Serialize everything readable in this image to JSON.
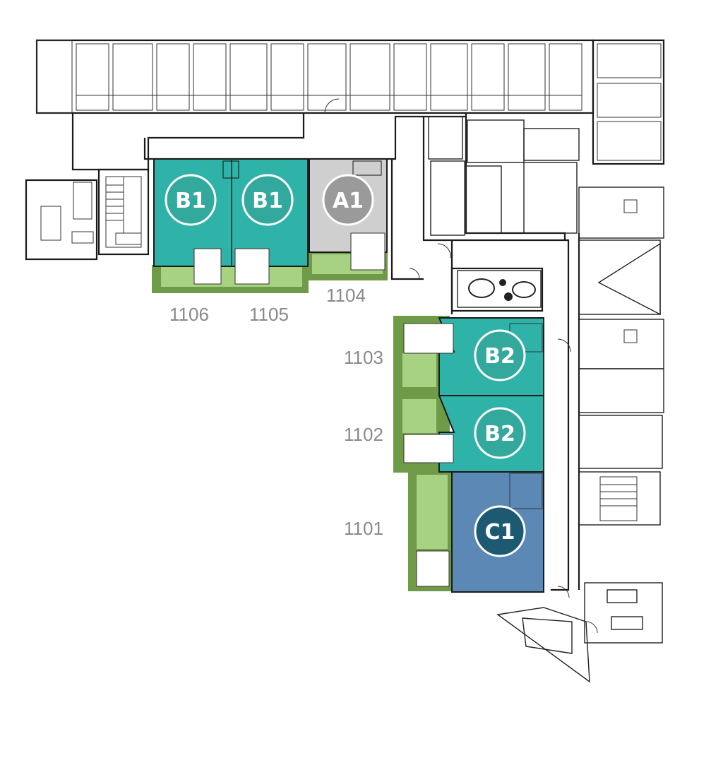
{
  "colors": {
    "unit_b": "#2fb3a8",
    "unit_a": "#cfcfcf",
    "unit_c": "#5b88b4",
    "terrace_light": "#a7d282",
    "terrace_dark": "#6f9a47",
    "badge_b": "#33a89d",
    "badge_a": "#9a9a9a",
    "badge_c": "#1d5a72",
    "label": "#8a8a8a"
  },
  "units": [
    {
      "number": "1106",
      "type": "B1"
    },
    {
      "number": "1105",
      "type": "B1"
    },
    {
      "number": "1104",
      "type": "A1"
    },
    {
      "number": "1103",
      "type": "B2"
    },
    {
      "number": "1102",
      "type": "B2"
    },
    {
      "number": "1101",
      "type": "C1"
    }
  ],
  "icons": [
    "stair-icon",
    "elevator-icon",
    "door-swing-icon",
    "planter-icon"
  ]
}
